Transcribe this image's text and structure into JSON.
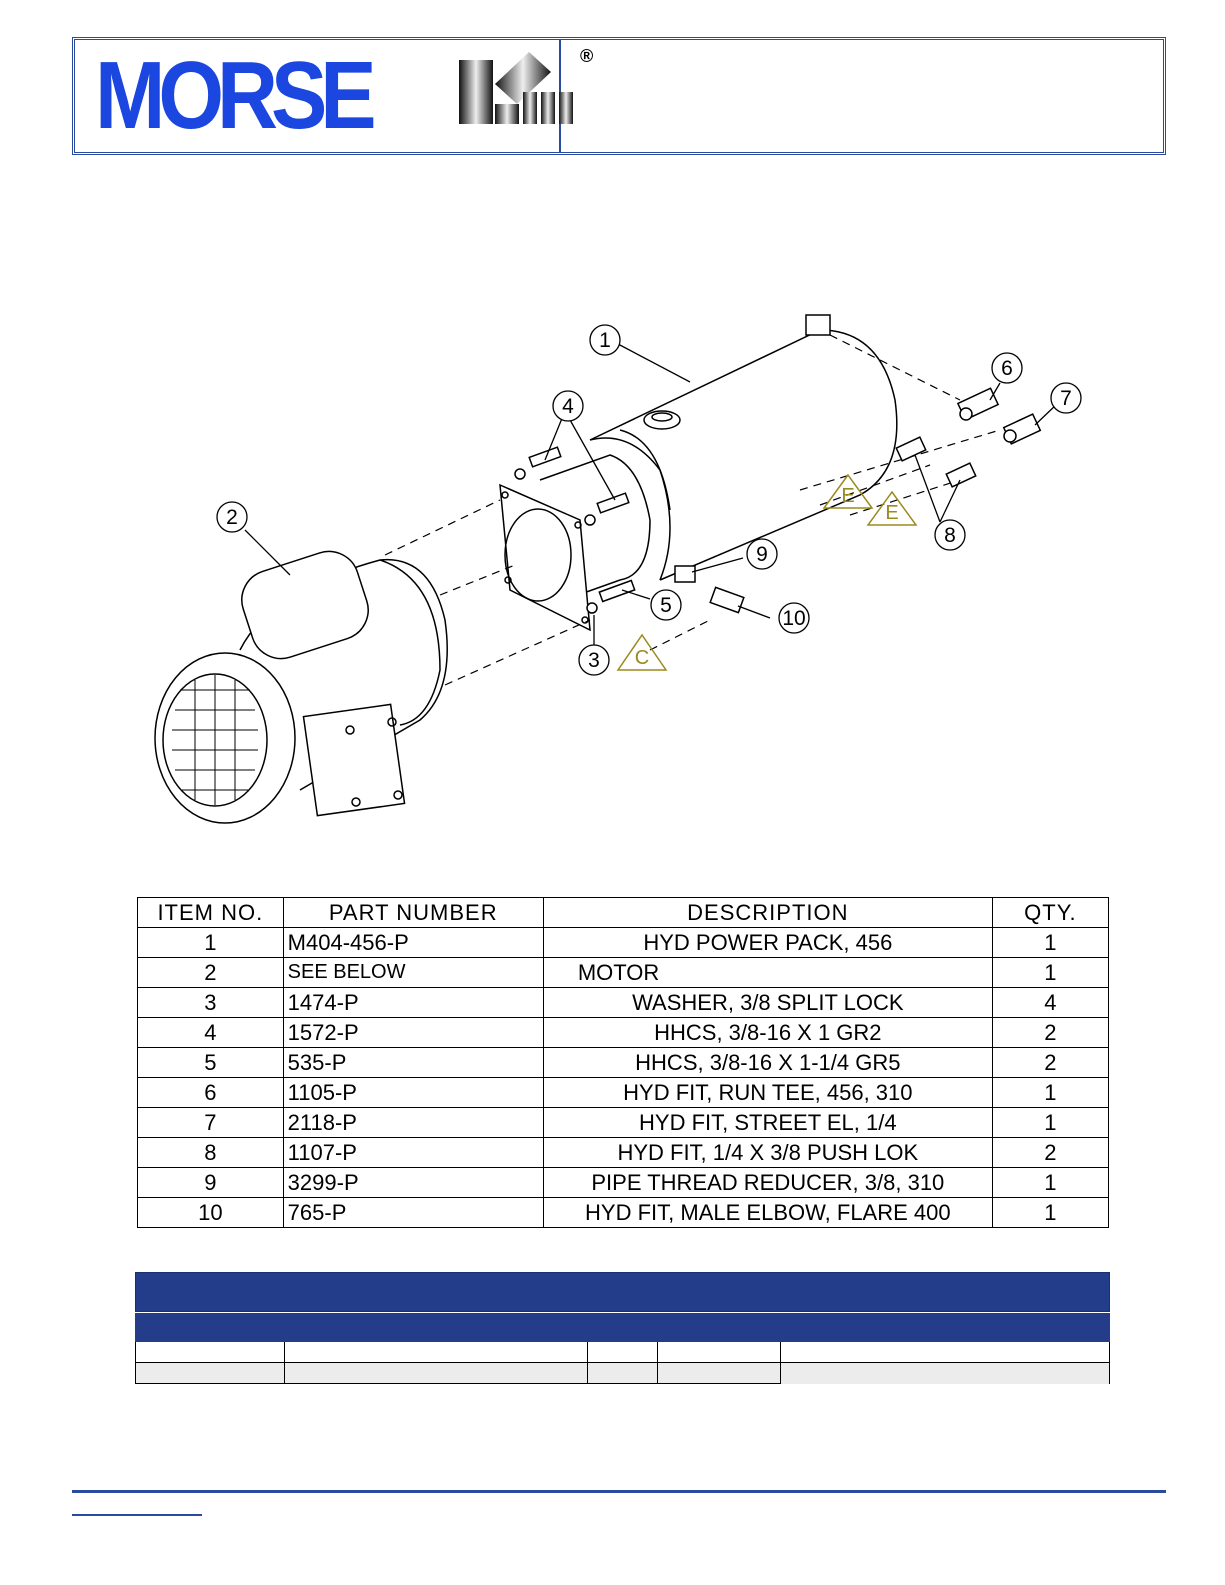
{
  "header": {
    "logo_text": "MORSE",
    "registered_mark": "®"
  },
  "diagram": {
    "balloons": [
      "1",
      "2",
      "3",
      "4",
      "5",
      "6",
      "7",
      "8",
      "9",
      "10"
    ],
    "callouts": [
      "E",
      "E",
      "C"
    ],
    "colors": {
      "callout": "#9b8a1f",
      "logo_blue": "#1b46e0"
    }
  },
  "parts_table": {
    "headers": [
      "ITEM NO.",
      "PART NUMBER",
      "DESCRIPTION",
      "QTY."
    ],
    "rows": [
      {
        "item": "1",
        "part": "M404-456-P",
        "desc": "HYD POWER PACK, 456",
        "qty": "1"
      },
      {
        "item": "2",
        "part": "SEE BELOW",
        "desc": "MOTOR",
        "qty": "1"
      },
      {
        "item": "3",
        "part": "1474-P",
        "desc": "WASHER, 3/8 SPLIT LOCK",
        "qty": "4"
      },
      {
        "item": "4",
        "part": "1572-P",
        "desc": "HHCS, 3/8-16 X 1 GR2",
        "qty": "2"
      },
      {
        "item": "5",
        "part": "535-P",
        "desc": "HHCS, 3/8-16 X 1-1/4 GR5",
        "qty": "2"
      },
      {
        "item": "6",
        "part": "1105-P",
        "desc": "HYD FIT, RUN TEE, 456, 310",
        "qty": "1"
      },
      {
        "item": "7",
        "part": "2118-P",
        "desc": "HYD FIT, STREET EL, 1/4",
        "qty": "1"
      },
      {
        "item": "8",
        "part": "1107-P",
        "desc": "HYD FIT, 1/4 X 3/8 PUSH LOK",
        "qty": "2"
      },
      {
        "item": "9",
        "part": "3299-P",
        "desc": "PIPE THREAD REDUCER, 3/8, 310",
        "qty": "1"
      },
      {
        "item": "10",
        "part": "765-P",
        "desc": "HYD FIT, MALE ELBOW, FLARE 400",
        "qty": "1"
      }
    ]
  }
}
